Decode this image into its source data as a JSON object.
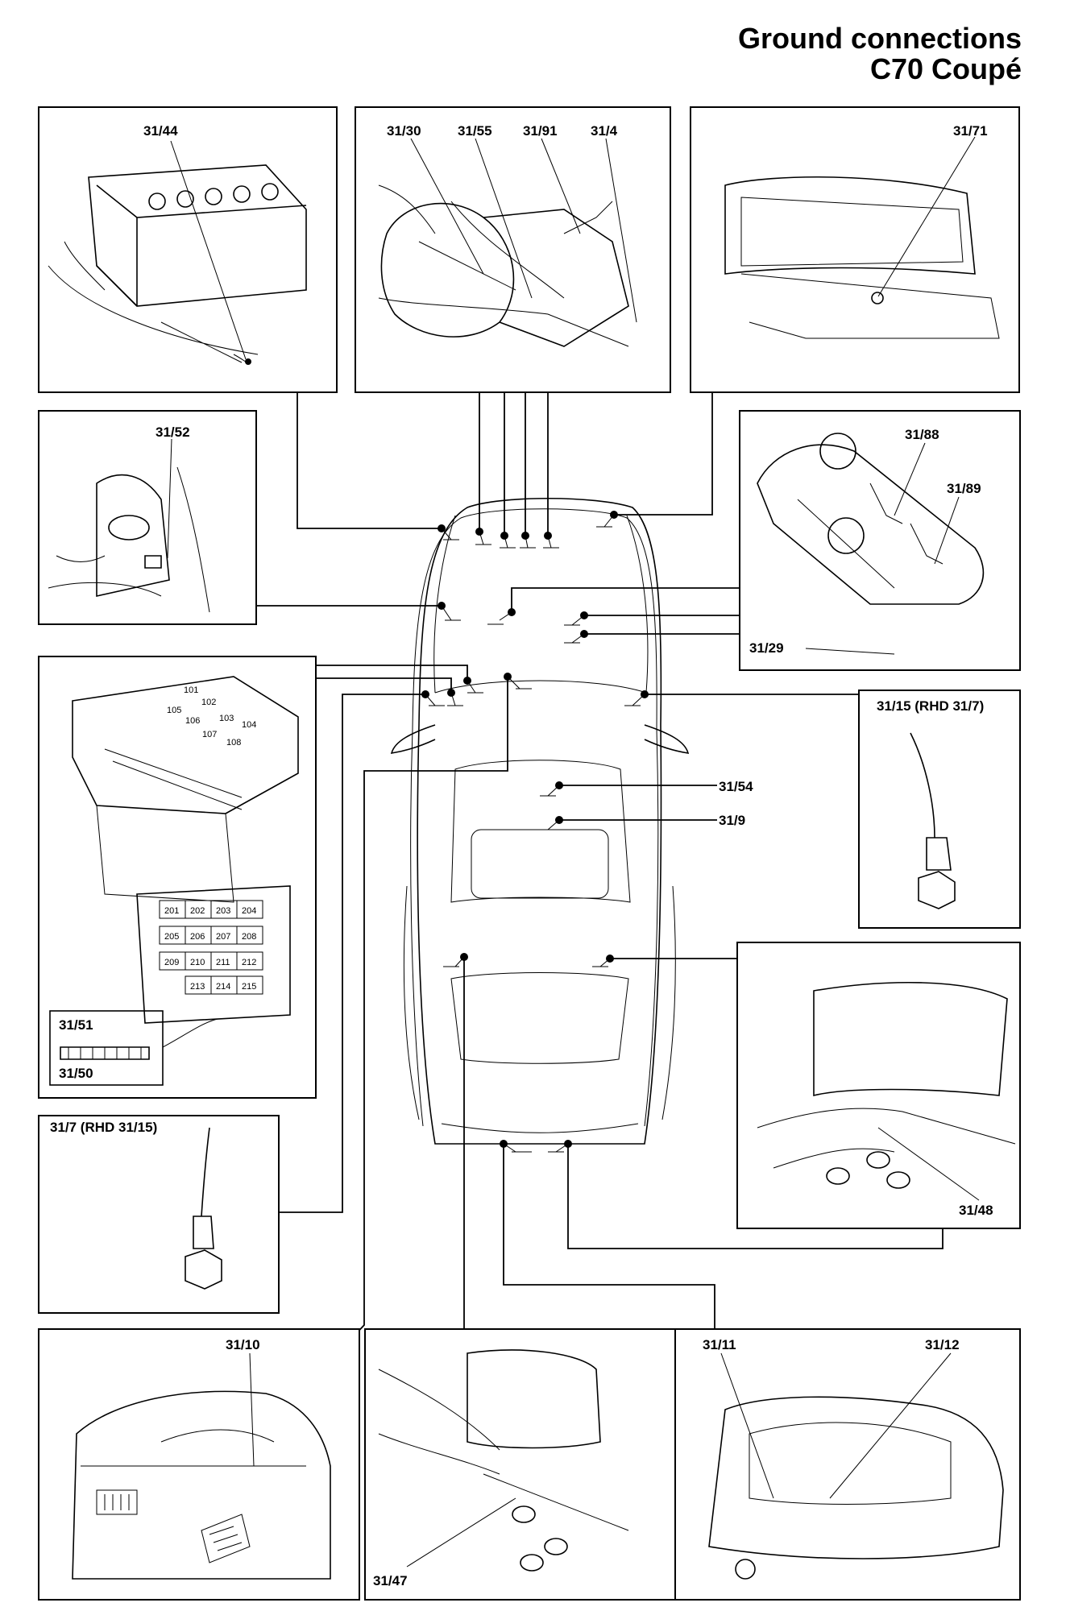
{
  "title": {
    "line1": "Ground connections",
    "line2": "C70 Coupé"
  },
  "callouts": {
    "g31_44": "31/44",
    "g31_30": "31/30",
    "g31_55": "31/55",
    "g31_91": "31/91",
    "g31_4": "31/4",
    "g31_71": "31/71",
    "g31_52": "31/52",
    "g31_88": "31/88",
    "g31_89": "31/89",
    "g31_29": "31/29",
    "g31_15": "31/15 (RHD 31/7)",
    "g31_54": "31/54",
    "g31_9": "31/9",
    "g31_51": "31/51",
    "g31_50": "31/50",
    "g31_7": "31/7 (RHD 31/15)",
    "g31_48": "31/48",
    "g31_10": "31/10",
    "g31_47": "31/47",
    "g31_11": "31/11",
    "g31_12": "31/12"
  },
  "fuses": {
    "relay_row1": [
      "101",
      "102"
    ],
    "relay_row2": [
      "105",
      "106",
      "103",
      "104"
    ],
    "relay_row3": [
      "107",
      "108"
    ],
    "fuse_row1": [
      "201",
      "202",
      "203",
      "204"
    ],
    "fuse_row2": [
      "205",
      "206",
      "207",
      "208"
    ],
    "fuse_row3": [
      "209",
      "210",
      "211",
      "212"
    ],
    "fuse_row4": [
      "213",
      "214",
      "215"
    ]
  }
}
